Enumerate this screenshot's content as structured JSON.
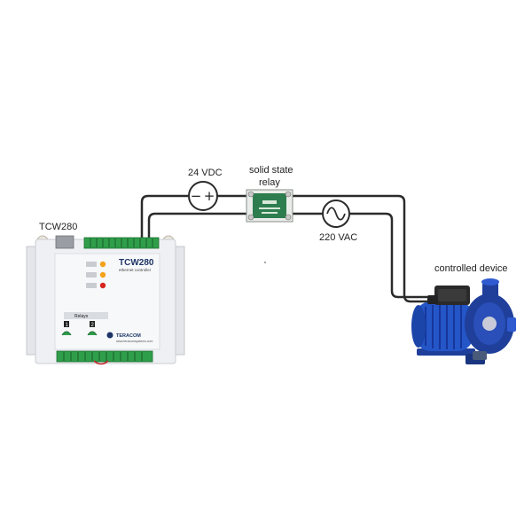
{
  "labels": {
    "controller": "TCW280",
    "dc_source": "24 VDC",
    "relay_line1": "solid state",
    "relay_line2": "relay",
    "ac_source": "220 VAC",
    "device": "controlled device"
  },
  "controller_panel": {
    "model": "TCW280",
    "subtitle": "ethernet controller",
    "relays_label": "Relays",
    "relay_1": "1",
    "relay_2": "2",
    "brand": "TERACOM",
    "website": "www.teracomsystems.com"
  },
  "dc_symbol": {
    "minus": "−",
    "plus": "+"
  },
  "colors": {
    "wire": "#2b2b2b",
    "terminal_green": "#2f9e4a",
    "relay_green": "#2e7d4f",
    "pump_blue": "#1f3f9a",
    "pump_motor": "#2456c8",
    "led_amber": "#f3a21a",
    "led_red": "#d6261f"
  }
}
